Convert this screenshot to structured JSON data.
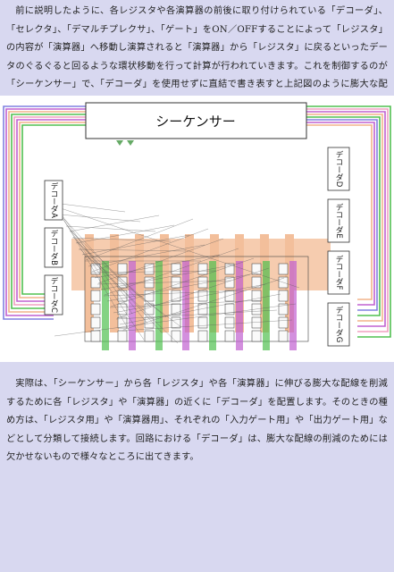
{
  "paragraph1": "前に説明したように、各レジスタや各演算器の前後に取り付けられている「デコーダ」、「セレクタ」、「デマルチプレクサ」、「ゲート」をON／OFFすることによって「レジスタ」の内容が「演算器」へ移動し演算されると「演算器」から「レジスタ」に戻るといったデータのぐるぐると回るような環状移動を行って計算が行われていきます。これを制御するのが「シーケンサー」で、「デコーダ」を使用せずに直結で書き表すと上記図のように膨大な配線模様となります。",
  "paragraph2": "実際は、「シーケンサー」から各「レジスタ」や各「演算器」に伸びる膨大な配線を削減するために各「レジスタ」や「演算器」の近くに「デコーダ」を配置します。そのときの種め方は、「レジスタ用」や「演算器用」、それぞれの「入力ゲート用」や「出力ゲート用」などとして分類して接続します。回路における「デコーダ」は、膨大な配線の削減のためには欠かせないもので様々なところに出てきます。",
  "figure": {
    "sequencer_label": "シーケンサー",
    "left_decoders": [
      "デコーダA",
      "デコーダB",
      "デコーダC"
    ],
    "right_decoders": [
      "デコーダD",
      "デコーダE",
      "デコーダF",
      "デコーダG"
    ],
    "colors": {
      "orange": "#f2b48a",
      "purple": "#c060d0",
      "green": "#50c050",
      "pink": "#f0a0c0",
      "blue": "#8080e0"
    }
  }
}
